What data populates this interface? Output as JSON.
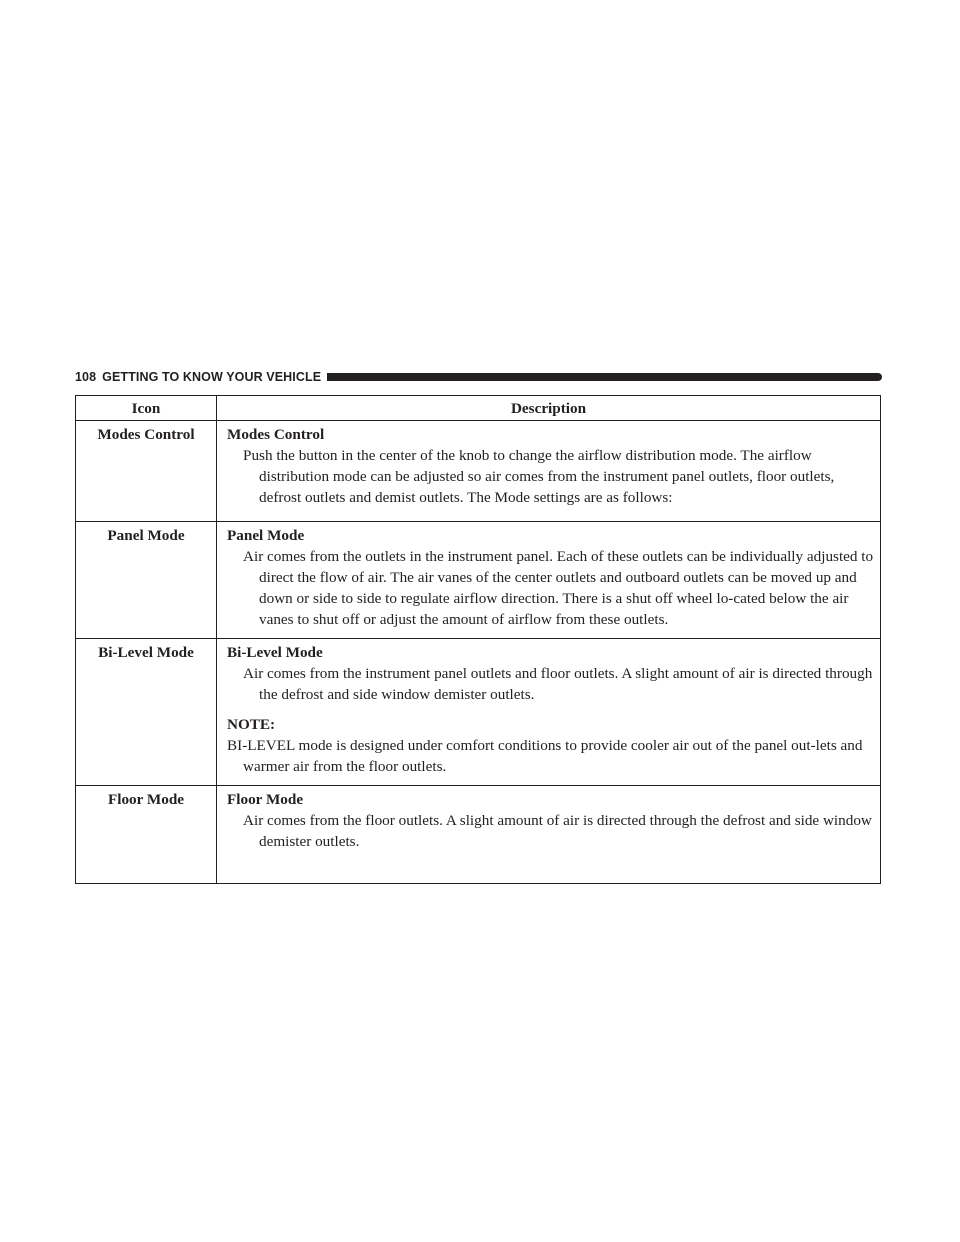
{
  "header": {
    "page_number": "108",
    "section_title": "GETTING TO KNOW YOUR VEHICLE"
  },
  "table": {
    "columns": {
      "icon": "Icon",
      "description": "Description"
    },
    "rows": [
      {
        "icon_label": "Modes Control",
        "title": "Modes Control",
        "body": "Push the button in the center of the knob to change the airflow distribution mode. The airflow distribution mode can be adjusted so air comes from the instrument panel outlets, floor outlets, defrost outlets and demist outlets. The Mode settings are as follows:"
      },
      {
        "icon_label": "Panel Mode",
        "title": "Panel Mode",
        "body": "Air comes from the outlets in the instrument panel. Each of these outlets can be individually adjusted to direct the flow of air. The air vanes of the center outlets and outboard outlets can be moved up and down or side to side to regulate airflow direction. There is a shut off wheel lo-cated below the air vanes to shut off or adjust the amount of airflow from these outlets."
      },
      {
        "icon_label": "Bi-Level Mode",
        "title": "Bi-Level Mode",
        "body": "Air comes from the instrument panel outlets and floor outlets. A slight amount of air is directed through the defrost and side window demister outlets.",
        "note_label": "NOTE:",
        "note_body": "BI-LEVEL mode is designed under comfort conditions to provide cooler air out of the panel out-lets and warmer air from the floor outlets."
      },
      {
        "icon_label": "Floor Mode",
        "title": "Floor Mode",
        "body": "Air comes from the floor outlets. A slight amount of air is directed through the defrost and side window demister outlets."
      }
    ]
  }
}
